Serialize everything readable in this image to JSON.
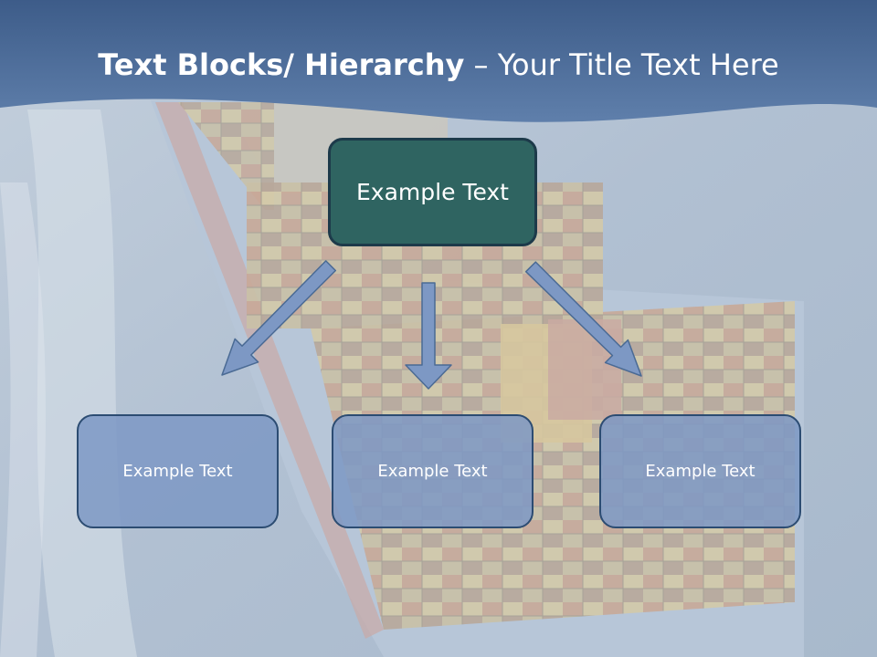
{
  "slide": {
    "title_bold": "Text Blocks/ Hierarchy",
    "title_dash": " – ",
    "title_rest": "Your Title Text Here"
  },
  "diagram": {
    "top": "Example Text",
    "children": [
      "Example Text",
      "Example Text",
      "Example Text"
    ]
  },
  "colors": {
    "header_band": "#4f6e9c",
    "top_box": "#2f6461",
    "child_box": "#7d98c4",
    "arrow_fill": "#7d98c4",
    "outline": "#2c4c72"
  }
}
